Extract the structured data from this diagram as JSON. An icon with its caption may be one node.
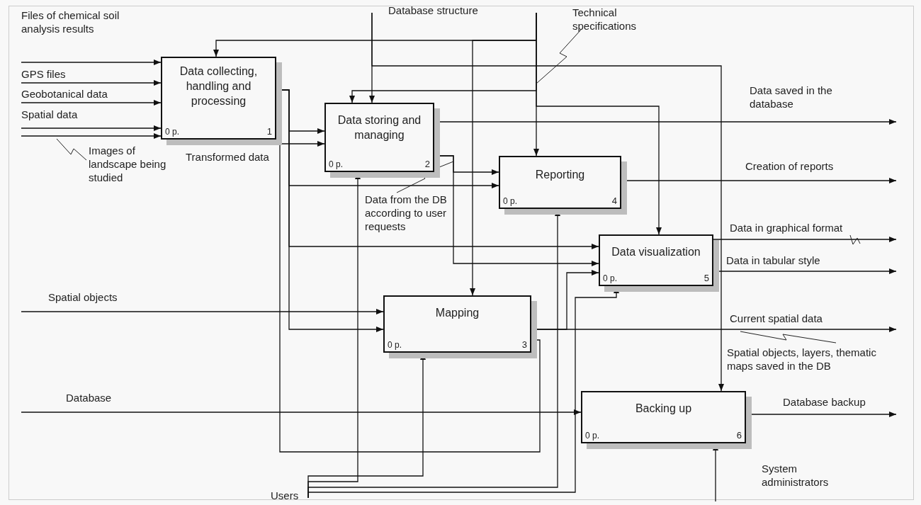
{
  "diagram": {
    "nodes": [
      {
        "text": [
          "Data collecting, handling and processing",
          "0 p.",
          "1"
        ]
      },
      {
        "text": [
          "Data storing and managing",
          "0 p.",
          "2"
        ]
      },
      {
        "text": [
          "Reporting",
          "0 p.",
          "4"
        ]
      },
      {
        "text": [
          "Data visualization",
          "0 p.",
          "5"
        ]
      },
      {
        "text": [
          "Mapping",
          "0 p.",
          "3"
        ]
      },
      {
        "text": [
          "Backing up",
          "0 p.",
          "6"
        ]
      }
    ],
    "edges": [
      {
        "from": null,
        "to": 0,
        "arrow": "to",
        "label": "Files of chemical soil analysis results"
      },
      {
        "from": null,
        "to": 0,
        "arrow": "to",
        "label": "GPS files"
      },
      {
        "from": null,
        "to": 0,
        "arrow": "to",
        "label": "Geobotanical data"
      },
      {
        "from": null,
        "to": 0,
        "arrow": "to",
        "label": "Spatial data"
      },
      {
        "from": null,
        "to": 0,
        "arrow": "to",
        "label": "Images of landscape being studied"
      },
      {
        "from": null,
        "to": 1,
        "arrow": "to",
        "label": "Database structure"
      },
      {
        "from": null,
        "to": 5,
        "arrow": "to",
        "label": "Spatial objects, layers, thematic maps saved in the DB"
      },
      {
        "from": null,
        "to": 0,
        "arrow": "to",
        "label": "Technical specifications"
      },
      {
        "from": null,
        "to": 1,
        "arrow": "to"
      },
      {
        "from": null,
        "to": 2,
        "arrow": "to"
      },
      {
        "from": null,
        "to": 3,
        "arrow": "to"
      },
      {
        "from": null,
        "to": 4,
        "arrow": "to"
      },
      {
        "from": 0,
        "to": 1,
        "arrow": "to",
        "label": "Transformed data"
      },
      {
        "from": 0,
        "to": 2,
        "arrow": "to"
      },
      {
        "from": 0,
        "to": 3,
        "arrow": "to"
      },
      {
        "from": 0,
        "to": 4,
        "arrow": "to"
      },
      {
        "from": 1,
        "to": null,
        "arrow": "to",
        "label": "Data saved in the database"
      },
      {
        "from": 1,
        "to": 2,
        "arrow": "to"
      },
      {
        "from": 1,
        "to": 3,
        "arrow": "to",
        "label": "Data from the DB according to user requests"
      },
      {
        "from": 2,
        "to": null,
        "arrow": "to",
        "label": "Creation of reports"
      },
      {
        "from": 3,
        "to": null,
        "arrow": "to",
        "label": "Data in graphical format"
      },
      {
        "from": 3,
        "to": null,
        "arrow": "to",
        "label": "Data in tabular style"
      },
      {
        "from": 4,
        "to": 3,
        "arrow": "to"
      },
      {
        "from": 4,
        "to": null,
        "arrow": "to",
        "label": "Current spatial data"
      },
      {
        "from": 4,
        "to": 1,
        "arrow": "to"
      },
      {
        "from": 5,
        "to": null,
        "arrow": "to",
        "label": "Database backup"
      },
      {
        "from": null,
        "to": 4,
        "arrow": "to",
        "label": "Spatial objects"
      },
      {
        "from": null,
        "to": 5,
        "arrow": "to",
        "label": "Database"
      },
      {
        "from": null,
        "to": 4,
        "arrow": "to",
        "label": "Users"
      },
      {
        "from": null,
        "to": 1,
        "arrow": "to"
      },
      {
        "from": null,
        "to": 2,
        "arrow": "to"
      },
      {
        "from": null,
        "to": 3,
        "arrow": "to"
      },
      {
        "from": null,
        "to": 5,
        "arrow": "to",
        "label": "System administrators"
      }
    ]
  }
}
